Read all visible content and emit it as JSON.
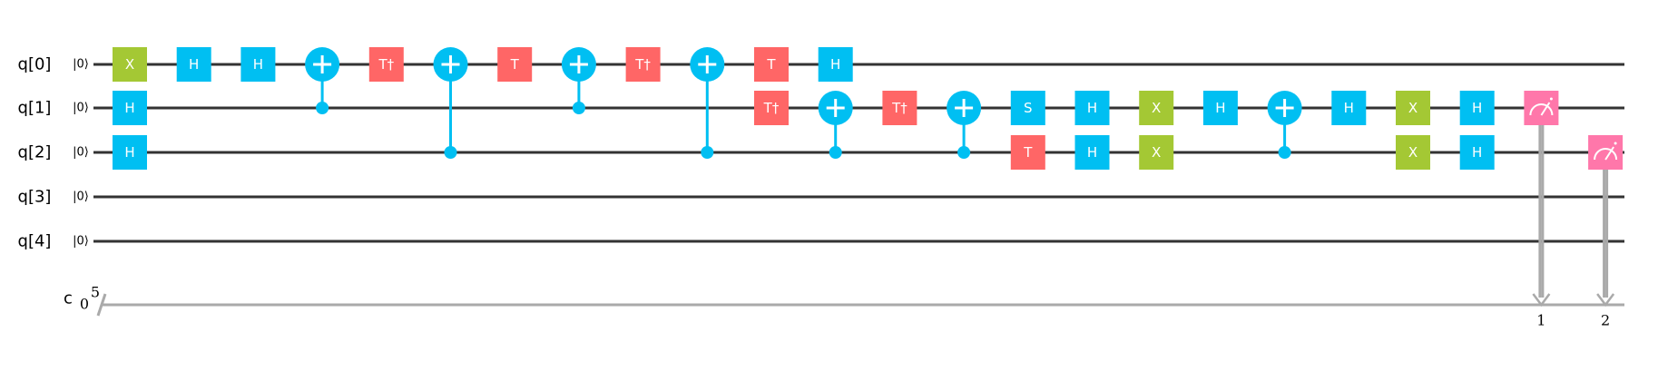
{
  "colors": {
    "H": "#00bff2",
    "S": "#00bff2",
    "X": "#a4c834",
    "T": "#ff6666",
    "Tdg": "#ff6666",
    "cx": "#00bff2",
    "measure": "#ff77aa",
    "qwire": "#333333",
    "cwire": "#aaaaaa"
  },
  "qubits": [
    {
      "label": "q[0]",
      "init": "|0⟩"
    },
    {
      "label": "q[1]",
      "init": "|0⟩"
    },
    {
      "label": "q[2]",
      "init": "|0⟩"
    },
    {
      "label": "q[3]",
      "init": "|0⟩"
    },
    {
      "label": "q[4]",
      "init": "|0⟩"
    }
  ],
  "classical": {
    "label": "c",
    "init": "0",
    "size": "5"
  },
  "columns": [
    [
      {
        "type": "X",
        "q": 0,
        "text": "X"
      },
      {
        "type": "H",
        "q": 1,
        "text": "H"
      },
      {
        "type": "H",
        "q": 2,
        "text": "H"
      }
    ],
    [
      {
        "type": "H",
        "q": 0,
        "text": "H"
      }
    ],
    [
      {
        "type": "H",
        "q": 0,
        "text": "H"
      }
    ],
    [
      {
        "type": "cx",
        "target": 0,
        "control": 1
      }
    ],
    [
      {
        "type": "Tdg",
        "q": 0,
        "text": "T†"
      }
    ],
    [
      {
        "type": "cx",
        "target": 0,
        "control": 2
      }
    ],
    [
      {
        "type": "T",
        "q": 0,
        "text": "T"
      }
    ],
    [
      {
        "type": "cx",
        "target": 0,
        "control": 1
      }
    ],
    [
      {
        "type": "Tdg",
        "q": 0,
        "text": "T†"
      }
    ],
    [
      {
        "type": "cx",
        "target": 0,
        "control": 2
      }
    ],
    [
      {
        "type": "T",
        "q": 0,
        "text": "T"
      },
      {
        "type": "Tdg",
        "q": 1,
        "text": "T†"
      }
    ],
    [
      {
        "type": "H",
        "q": 0,
        "text": "H"
      },
      {
        "type": "cx",
        "target": 1,
        "control": 2
      }
    ],
    [
      {
        "type": "Tdg",
        "q": 1,
        "text": "T†"
      }
    ],
    [
      {
        "type": "cx",
        "target": 1,
        "control": 2
      }
    ],
    [
      {
        "type": "S",
        "q": 1,
        "text": "S"
      },
      {
        "type": "T",
        "q": 2,
        "text": "T"
      }
    ],
    [
      {
        "type": "H",
        "q": 1,
        "text": "H"
      },
      {
        "type": "H",
        "q": 2,
        "text": "H"
      }
    ],
    [
      {
        "type": "X",
        "q": 1,
        "text": "X"
      },
      {
        "type": "X",
        "q": 2,
        "text": "X"
      }
    ],
    [
      {
        "type": "H",
        "q": 1,
        "text": "H"
      }
    ],
    [
      {
        "type": "cx",
        "target": 1,
        "control": 2
      }
    ],
    [
      {
        "type": "H",
        "q": 1,
        "text": "H"
      }
    ],
    [
      {
        "type": "X",
        "q": 1,
        "text": "X"
      },
      {
        "type": "X",
        "q": 2,
        "text": "X"
      }
    ],
    [
      {
        "type": "H",
        "q": 1,
        "text": "H"
      },
      {
        "type": "H",
        "q": 2,
        "text": "H"
      }
    ],
    [
      {
        "type": "measure",
        "q": 1,
        "bit": "1"
      }
    ],
    [
      {
        "type": "measure",
        "q": 2,
        "bit": "2"
      }
    ]
  ]
}
